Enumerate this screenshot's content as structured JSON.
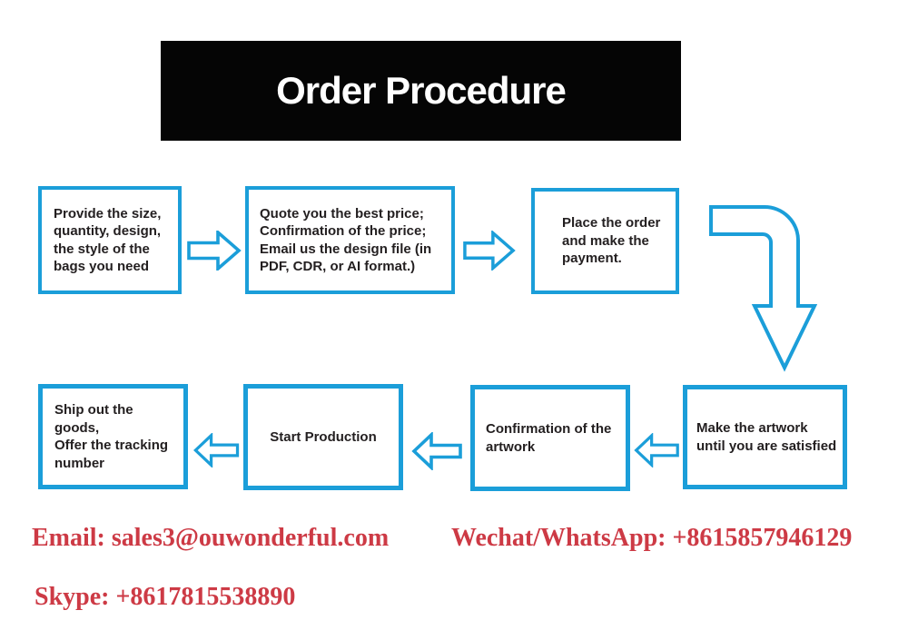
{
  "title": "Order Procedure",
  "flow": {
    "steps": [
      {
        "name": "provide-details",
        "text": "Provide the size,\nquantity, design,\nthe style of the\nbags you need"
      },
      {
        "name": "quote-price",
        "text": "Quote you the best price;\nConfirmation of the price;\nEmail us the design file (in\nPDF, CDR, or AI format.)"
      },
      {
        "name": "place-order",
        "text": "Place the order\nand make the\npayment."
      },
      {
        "name": "make-artwork",
        "text": "Make the artwork\nuntil you are satisfied"
      },
      {
        "name": "confirm-artwork",
        "text": "Confirmation of the\nartwork"
      },
      {
        "name": "start-production",
        "text": "Start Production"
      },
      {
        "name": "ship-goods",
        "text": "Ship out the goods,\nOffer the tracking\nnumber"
      }
    ]
  },
  "contacts": {
    "email": "Email: sales3@ouwonderful.com",
    "wechat_whatsapp": "Wechat/WhatsApp: +8615857946129",
    "skype": "Skype: +8617815538890"
  },
  "icons": {
    "arrow_right": "right-block-arrow",
    "arrow_left": "left-block-arrow",
    "arrow_elbow_down": "elbow-down-block-arrow"
  },
  "colors": {
    "accent_blue": "#1b9ed9",
    "banner_bg": "#050505",
    "banner_text": "#ffffff",
    "box_text": "#231f20",
    "contact_red": "#cd3a45"
  }
}
